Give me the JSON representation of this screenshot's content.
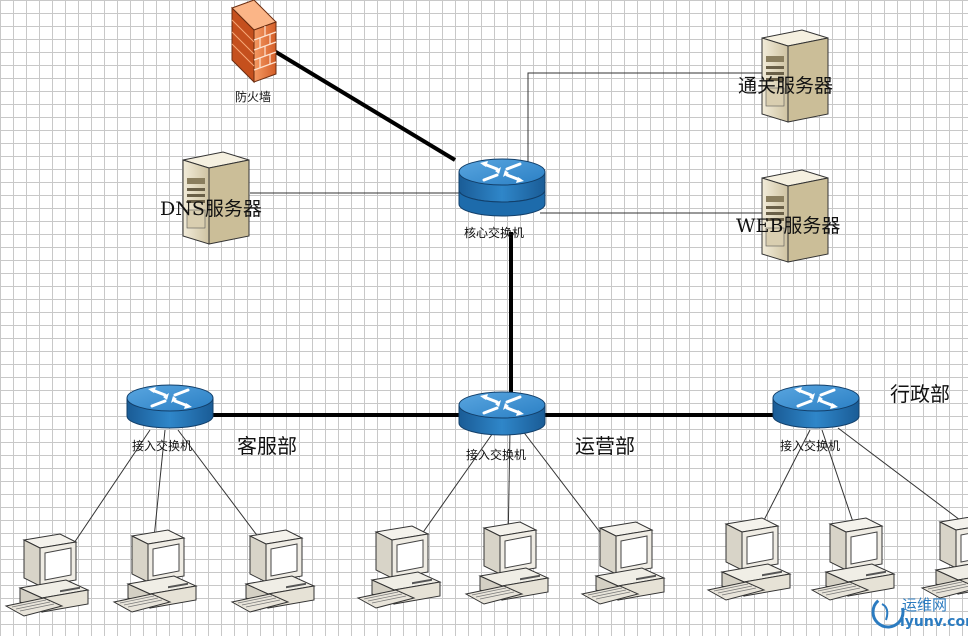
{
  "labels": {
    "firewall": "防火墙",
    "core_switch": "核心交换机",
    "dns_server": "DNS服务器",
    "gateway_server": "通关服务器",
    "web_server": "WEB服务器",
    "access_switch_left": "接入交换机",
    "access_switch_mid": "接入交换机",
    "access_switch_right": "接入交换机",
    "dept_customer_service": "客服部",
    "dept_operations": "运营部",
    "dept_admin": "行政部"
  },
  "watermark": {
    "name": "运维网",
    "domain": "iyunv.com"
  },
  "colors": {
    "router_blue": "#2a7fc4",
    "router_dark": "#1a5c96",
    "firewall_orange": "#e8733a",
    "server_beige": "#ded3b7",
    "pc_beige": "#e8e4da",
    "watermark_blue": "#2b7bc0"
  }
}
